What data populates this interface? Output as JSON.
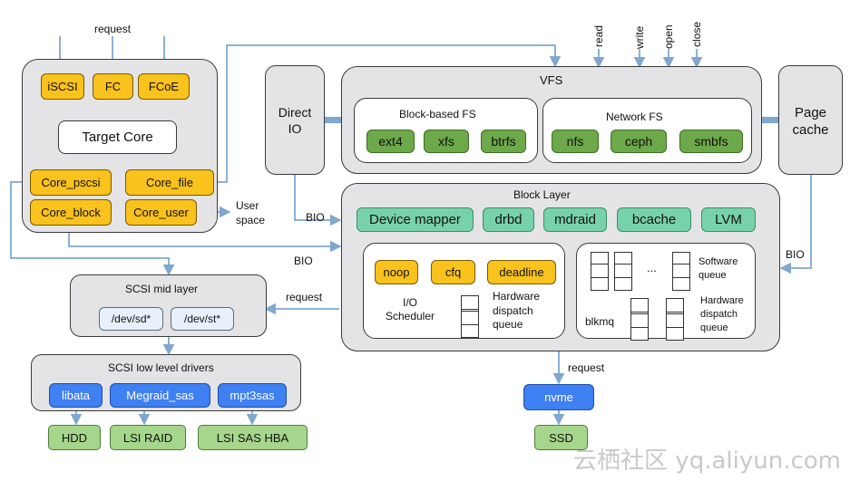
{
  "top_inputs": {
    "request": "request",
    "read": "read",
    "write": "write",
    "open": "open",
    "close": "close"
  },
  "target": {
    "iscsi": "iSCSI",
    "fc": "FC",
    "fcoe": "FCoE",
    "target_core": "Target Core",
    "core_pscsi": "Core_pscsi",
    "core_file": "Core_file",
    "core_block": "Core_block",
    "core_user": "Core_user",
    "user_space": "User\nspace"
  },
  "direct_io": "Direct\nIO",
  "vfs": {
    "title": "VFS",
    "block_fs": {
      "title": "Block-based FS",
      "items": [
        "ext4",
        "xfs",
        "btrfs"
      ]
    },
    "network_fs": {
      "title": "Network FS",
      "items": [
        "nfs",
        "ceph",
        "smbfs"
      ]
    }
  },
  "page_cache": "Page\ncache",
  "bio_labels": {
    "direct": "BIO",
    "target": "BIO",
    "page_cache": "BIO"
  },
  "block_layer": {
    "title": "Block Layer",
    "drivers": [
      "Device mapper",
      "drbd",
      "mdraid",
      "bcache",
      "LVM"
    ],
    "io_scheduler": {
      "schedulers": [
        "noop",
        "cfq",
        "deadline"
      ],
      "label": "I/O\nScheduler",
      "hw_queue": "Hardware\ndispatch\nqueue"
    },
    "blkmq": {
      "label": "blkmq",
      "dots": "...",
      "software_queue": "Software\nqueue",
      "hw_queue": "Hardware\ndispatch\nqueue"
    }
  },
  "request_labels": {
    "scsi": "request",
    "nvme": "request"
  },
  "scsi_mid": {
    "title": "SCSI mid layer",
    "devices": [
      "/dev/sd*",
      "/dev/st*"
    ]
  },
  "scsi_low": {
    "title": "SCSI low level drivers",
    "drivers": [
      "libata",
      "Megraid_sas",
      "mpt3sas"
    ],
    "hardware": [
      "HDD",
      "LSI RAID",
      "LSI SAS HBA"
    ]
  },
  "nvme": "nvme",
  "ssd": "SSD",
  "watermark": "云栖社区 yq.aliyun.com",
  "colors": {
    "line": "#7fa7cf",
    "panel": "#e4e4e6",
    "yellow": "#f9c21c",
    "green": "#6da84a",
    "mint": "#78d2a9",
    "blue": "#3f80f2"
  }
}
